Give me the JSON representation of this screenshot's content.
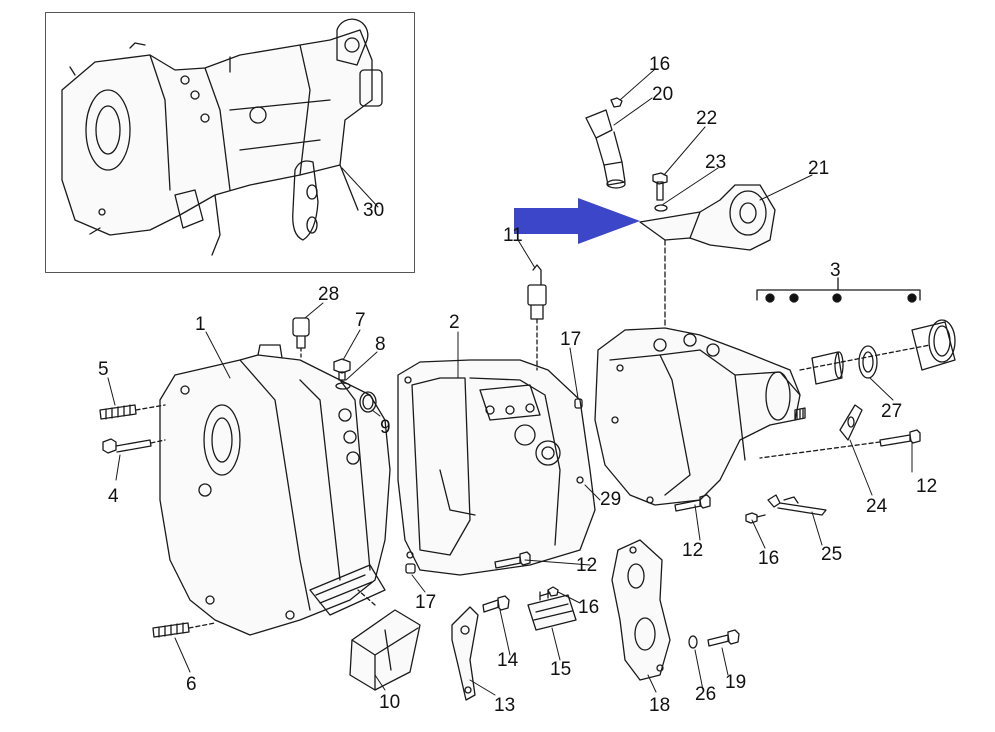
{
  "diagram": {
    "callouts": [
      {
        "id": "1",
        "text": "1"
      },
      {
        "id": "2",
        "text": "2"
      },
      {
        "id": "3",
        "text": "3"
      },
      {
        "id": "4",
        "text": "4"
      },
      {
        "id": "5",
        "text": "5"
      },
      {
        "id": "6",
        "text": "6"
      },
      {
        "id": "7",
        "text": "7"
      },
      {
        "id": "8",
        "text": "8"
      },
      {
        "id": "9",
        "text": "9"
      },
      {
        "id": "10",
        "text": "10"
      },
      {
        "id": "11",
        "text": "11"
      },
      {
        "id": "12a",
        "text": "12"
      },
      {
        "id": "12b",
        "text": "12"
      },
      {
        "id": "12c",
        "text": "12"
      },
      {
        "id": "13",
        "text": "13"
      },
      {
        "id": "14",
        "text": "14"
      },
      {
        "id": "15",
        "text": "15"
      },
      {
        "id": "16a",
        "text": "16"
      },
      {
        "id": "16b",
        "text": "16"
      },
      {
        "id": "16c",
        "text": "16"
      },
      {
        "id": "17a",
        "text": "17"
      },
      {
        "id": "17b",
        "text": "17"
      },
      {
        "id": "18",
        "text": "18"
      },
      {
        "id": "19",
        "text": "19"
      },
      {
        "id": "20",
        "text": "20"
      },
      {
        "id": "21",
        "text": "21"
      },
      {
        "id": "22",
        "text": "22"
      },
      {
        "id": "23",
        "text": "23"
      },
      {
        "id": "24",
        "text": "24"
      },
      {
        "id": "25",
        "text": "25"
      },
      {
        "id": "26",
        "text": "26"
      },
      {
        "id": "27",
        "text": "27"
      },
      {
        "id": "28",
        "text": "28"
      },
      {
        "id": "29",
        "text": "29"
      },
      {
        "id": "30",
        "text": "30"
      }
    ],
    "colors": {
      "arrow": "#3c46c8",
      "line": "#1a1a1a",
      "frame": "#555555"
    }
  }
}
